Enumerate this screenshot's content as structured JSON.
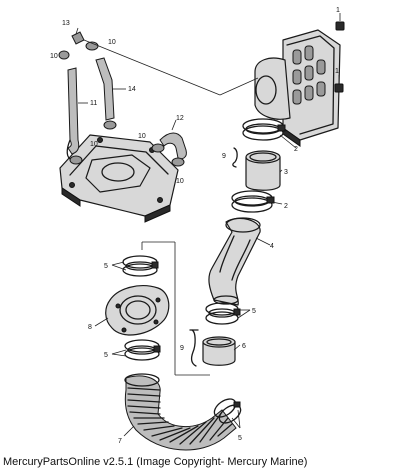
{
  "diagram": {
    "callouts": {
      "c1a": "1",
      "c1b": "1",
      "c2a": "2",
      "c2b": "2",
      "c3": "3",
      "c4": "4",
      "c5a": "5",
      "c5b": "5",
      "c5c": "5",
      "c5d": "5",
      "c6": "6",
      "c7": "7",
      "c8": "8",
      "c9a": "9",
      "c9b": "9",
      "c10a": "10",
      "c10b": "10",
      "c10c": "10",
      "c10d": "10",
      "c10e": "10",
      "c11": "11",
      "c12": "12",
      "c13": "13",
      "c14": "14"
    }
  },
  "footer": {
    "copyright": "MercuryPartsOnline v2.5.1 (Image Copyright- Mercury Marine)"
  }
}
